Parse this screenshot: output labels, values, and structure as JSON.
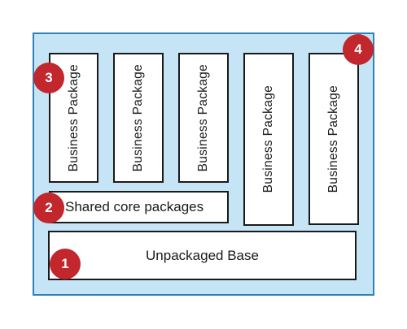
{
  "diagram": {
    "colors": {
      "frame_fill": "#c5e5f6",
      "frame_border": "#2f82b7",
      "box_fill": "#ffffff",
      "box_border": "#1a1a1a",
      "badge_fill": "#c1272d",
      "badge_text": "#ffffff"
    },
    "business_packages": [
      {
        "label": "Business Package"
      },
      {
        "label": "Business Package"
      },
      {
        "label": "Business Package"
      },
      {
        "label": "Business Package"
      },
      {
        "label": "Business Package"
      }
    ],
    "shared_core": {
      "label": "Shared core packages"
    },
    "unpackaged_base": {
      "label": "Unpackaged Base"
    },
    "badges": [
      {
        "number": "1"
      },
      {
        "number": "2"
      },
      {
        "number": "3"
      },
      {
        "number": "4"
      }
    ]
  }
}
